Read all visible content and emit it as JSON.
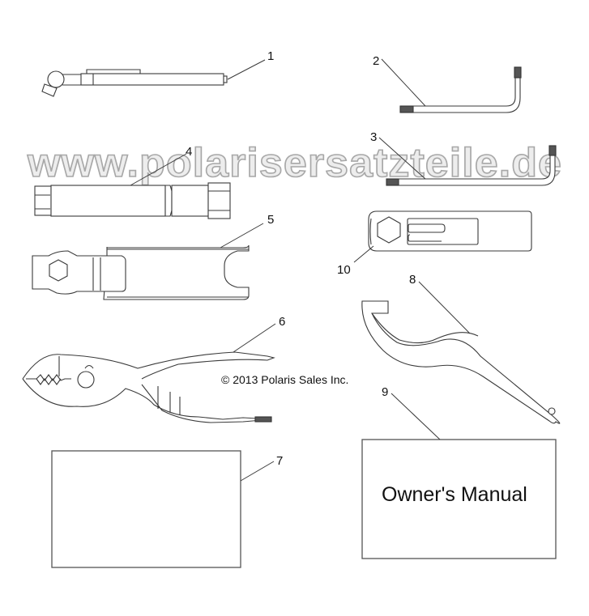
{
  "diagram": {
    "type": "parts-illustration",
    "watermark": "www.polarisersatzteile.de",
    "copyright": "© 2013 Polaris Sales Inc.",
    "colors": {
      "line": "#3a3a3a",
      "background": "#ffffff",
      "watermark_fill": "#ededed",
      "watermark_stroke": "#a8a8a8"
    },
    "parts": [
      {
        "callout": "1",
        "name": "tire-pressure-gauge"
      },
      {
        "callout": "2",
        "name": "hex-key-long"
      },
      {
        "callout": "3",
        "name": "hex-key-short"
      },
      {
        "callout": "4",
        "name": "spark-plug-socket"
      },
      {
        "callout": "5",
        "name": "spanner-handle"
      },
      {
        "callout": "6",
        "name": "pliers"
      },
      {
        "callout": "7",
        "name": "tool-pouch-card"
      },
      {
        "callout": "8",
        "name": "spanner-wrench"
      },
      {
        "callout": "9",
        "name": "owners-manual",
        "label": "Owner's Manual"
      },
      {
        "callout": "10",
        "name": "hex-wrench-plate"
      }
    ]
  }
}
